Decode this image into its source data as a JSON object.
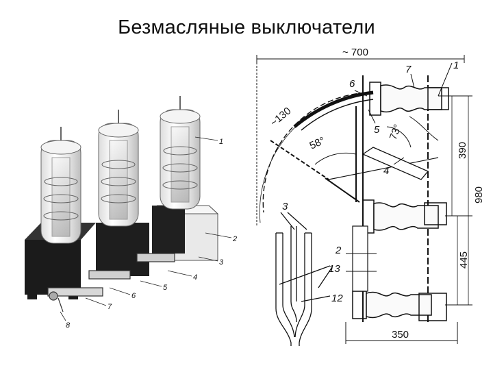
{
  "slide": {
    "title": "Безмасляные выключатели"
  },
  "left_figure": {
    "callouts": [
      "1",
      "2",
      "3",
      "4",
      "5",
      "6",
      "7",
      "8"
    ]
  },
  "right_figure": {
    "callouts": [
      "1",
      "2",
      "3",
      "4",
      "5",
      "6",
      "7",
      "12",
      "13"
    ],
    "dimensions": {
      "overall_width": "~ 700",
      "height_upper": "390",
      "height_total": "980",
      "height_lower": "445",
      "base_width": "350",
      "arc_radius": "~130",
      "angle_58": "58°",
      "angle_73": "73°"
    }
  }
}
